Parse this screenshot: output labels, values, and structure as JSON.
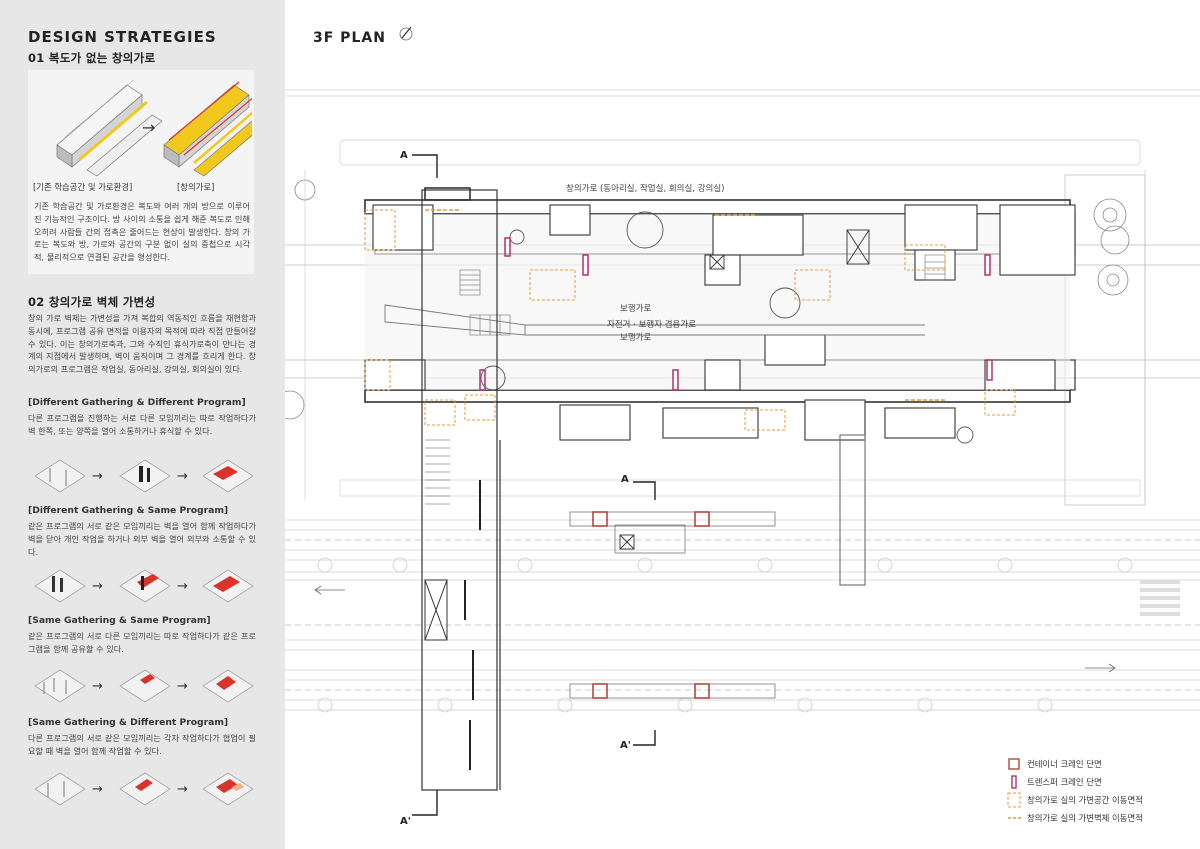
{
  "left": {
    "title": "DESIGN STRATEGIES",
    "s1_heading": "01 복도가 없는 창의가로",
    "s1_caption_a": "[기존 학습공간 및 가로환경]",
    "s1_caption_b": "[창의가로]",
    "s1_text": "기존 학습공간 및 가로환경은 복도와 여러 개의 방으로 이루어진 기능적인 구조이다. 방 사이의 소통을 쉽게 해준 복도로 인해 오히려 사람들 간의 접촉은 줄어드는 현상이 발생한다. 창의 가로는 복도와 방, 가로와 공간의 구분 없이 실의 중첩으로 시각적, 물리적으로 연결된 공간을 형성한다.",
    "s2_heading": "02 창의가로 벽체 가변성",
    "s2_text": "창의 가로 벽체는 가변성을 가져 복합의 역동적인 흐름을 재현함과 동시에, 프로그램 공유 면적을 이용자의 목적에 따라 직접 만들어갈 수 있다. 이는 창의가로축과, 그와 수직인 휴식가로축이 만나는 경계의 지점에서 발생하며, 벽이 움직이며 그 경계를 흐리게 한다. 창의가로의 프로그램은 작업실, 동아리실, 강의실, 회의실이 있다.",
    "cases": [
      {
        "title": "[Different Gathering & Different Program]",
        "text": "다른 프로그램을 진행하는 서로 다른 모임끼리는 따로 작업하다가 벽 한쪽, 또는 양쪽을 열어 소통하거나 휴식할 수 있다."
      },
      {
        "title": "[Different Gathering & Same Program]",
        "text": "같은 프로그램의 서로 같은 모임끼리는 벽을 열어 함께 작업하다가 벽을 닫아 개인 작업을 하거나 외부 벽을 열어 외부와 소통할 수 있다."
      },
      {
        "title": "[Same Gathering & Same Program]",
        "text": "같은 프로그램의 서로 다른 모임끼리는 따로 작업하다가 같은 프로그램을 함께 공유할 수 있다."
      },
      {
        "title": "[Same Gathering & Different Program]",
        "text": "다른 프로그램의 서로 같은 모임끼리는 각자 작업하다가 협업이 필요할 때 벽을 열어 함께 작업할 수 있다."
      }
    ]
  },
  "plan": {
    "title": "3F PLAN",
    "program_label": "창의가로 (동아리실, 작업실, 회의실, 강의실)",
    "street_label_1": "보행가로",
    "street_label_2": "자전거 · 보행자 겸용가로",
    "street_label_3": "보행가로",
    "section_a1": "A",
    "section_a2": "A",
    "section_a3": "A'",
    "section_a4": "A'"
  },
  "legend": {
    "items": [
      {
        "label": "컨테이너 크레인 단면",
        "color": "#b5483a"
      },
      {
        "label": "트렌스퍼 크레인 단면",
        "color": "#b0336a"
      },
      {
        "label": "창의가로 실의 가변공간 이동면적",
        "color": "#e39a3b"
      },
      {
        "label": "창의가로 실의 가변벽체 이동면적",
        "color": "#e39a3b"
      }
    ]
  },
  "colors": {
    "accent_red": "#d9332a",
    "accent_yellow": "#f2c81f",
    "panel_bg": "#e7e7e7"
  }
}
